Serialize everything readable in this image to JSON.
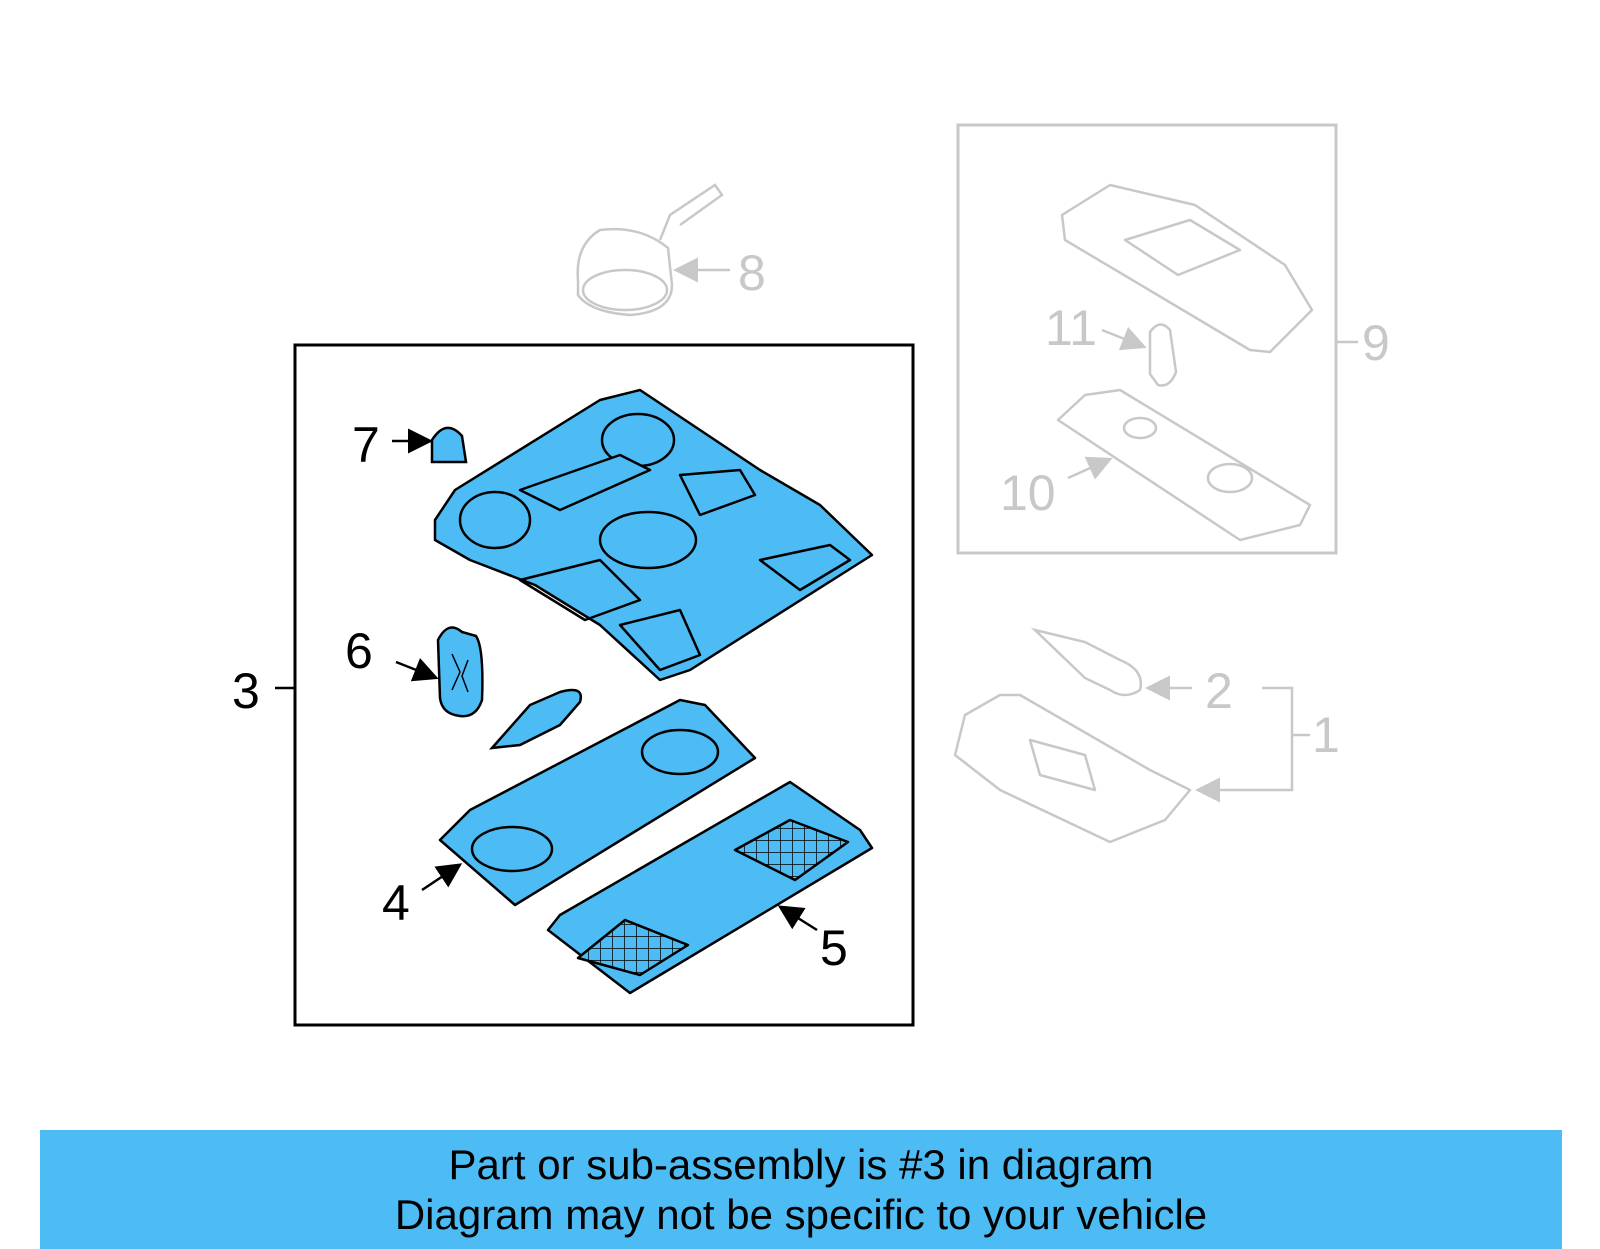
{
  "callouts": {
    "c1": "1",
    "c2": "2",
    "c3": "3",
    "c4": "4",
    "c5": "5",
    "c6": "6",
    "c7": "7",
    "c8": "8",
    "c9": "9",
    "c10": "10",
    "c11": "11"
  },
  "banner": {
    "line1": "Part or sub-assembly is #3 in diagram",
    "line2": "Diagram may not be specific to your vehicle"
  },
  "colors": {
    "highlight_fill": "#4dbcf5",
    "active_stroke": "#000000",
    "inactive_stroke": "#c8c8c8",
    "banner_background": "#4dbcf5"
  }
}
